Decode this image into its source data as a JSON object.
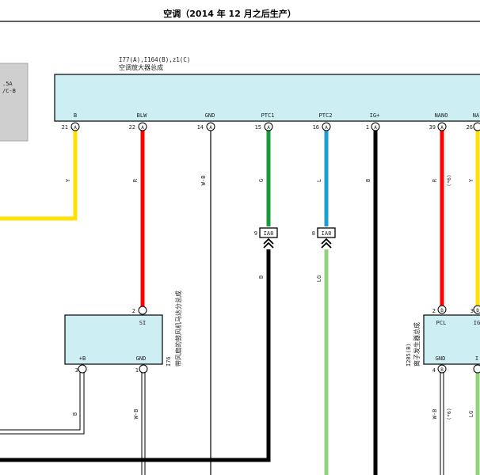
{
  "header": {
    "title": "空调（2014 年 12 月之后生产）"
  },
  "left_box": {
    "line1": ".5A",
    "line2": "/C-B"
  },
  "main_component": {
    "code": "I77(A),I164(B),z1(C)",
    "name": "空调放大器总成",
    "pins": [
      {
        "label": "B",
        "num": "21",
        "conn": "A"
      },
      {
        "label": "BLW",
        "num": "22",
        "conn": "A"
      },
      {
        "label": "GND",
        "num": "14",
        "conn": "A"
      },
      {
        "label": "PTC1",
        "num": "15",
        "conn": "A"
      },
      {
        "label": "PTC2",
        "num": "16",
        "conn": "A"
      },
      {
        "label": "IG+",
        "num": "1",
        "conn": "A"
      },
      {
        "label": "NANO",
        "num": "39",
        "conn": "A"
      },
      {
        "label": "NA",
        "num": "26",
        "conn": ""
      }
    ]
  },
  "wires": {
    "b_color": "Y",
    "blw_color": "R",
    "gnd_color": "W-B",
    "ptc1_color": "G",
    "ptc2_color": "L",
    "ig_color": "B",
    "nano_color": "R",
    "nano_note": "(*6)",
    "na_color": "Y",
    "ptc1_lower_color": "B",
    "ptc2_lower_color": "LG",
    "blower_gnd_color": "W-B",
    "blower_b_color": "B",
    "ion_gnd_color": "W-B",
    "ion_gnd_note": "(*6)",
    "ion_right_color": "LG"
  },
  "connectors": {
    "ptc1": {
      "pin": "9",
      "code": "IA8"
    },
    "ptc2": {
      "pin": "8",
      "code": "IA8"
    }
  },
  "blower": {
    "code": "I76",
    "name": "带风扇的鼓风机马达分总成",
    "pins": [
      {
        "label": "SI",
        "num": "2"
      },
      {
        "label": "+B",
        "num": "3"
      },
      {
        "label": "GND",
        "num": "1"
      }
    ]
  },
  "ion_gen": {
    "code": "I205(B)",
    "name": "离子发生器总成",
    "pins": [
      {
        "label": "PCL",
        "num": "2",
        "conn": "B"
      },
      {
        "label": "IG",
        "num": "3",
        "conn": "B"
      },
      {
        "label": "GND",
        "num": "4",
        "conn": "B"
      },
      {
        "label": "I",
        "num": "",
        "conn": ""
      }
    ]
  },
  "colors": {
    "yellow": "#ffe000",
    "red": "#ff0000",
    "green": "#1a9a3c",
    "blue": "#1a9fd0",
    "black": "#000000",
    "lightgreen": "#90d47a",
    "component_fill": "#cdeef3",
    "left_box_fill": "#cfcfcf"
  }
}
